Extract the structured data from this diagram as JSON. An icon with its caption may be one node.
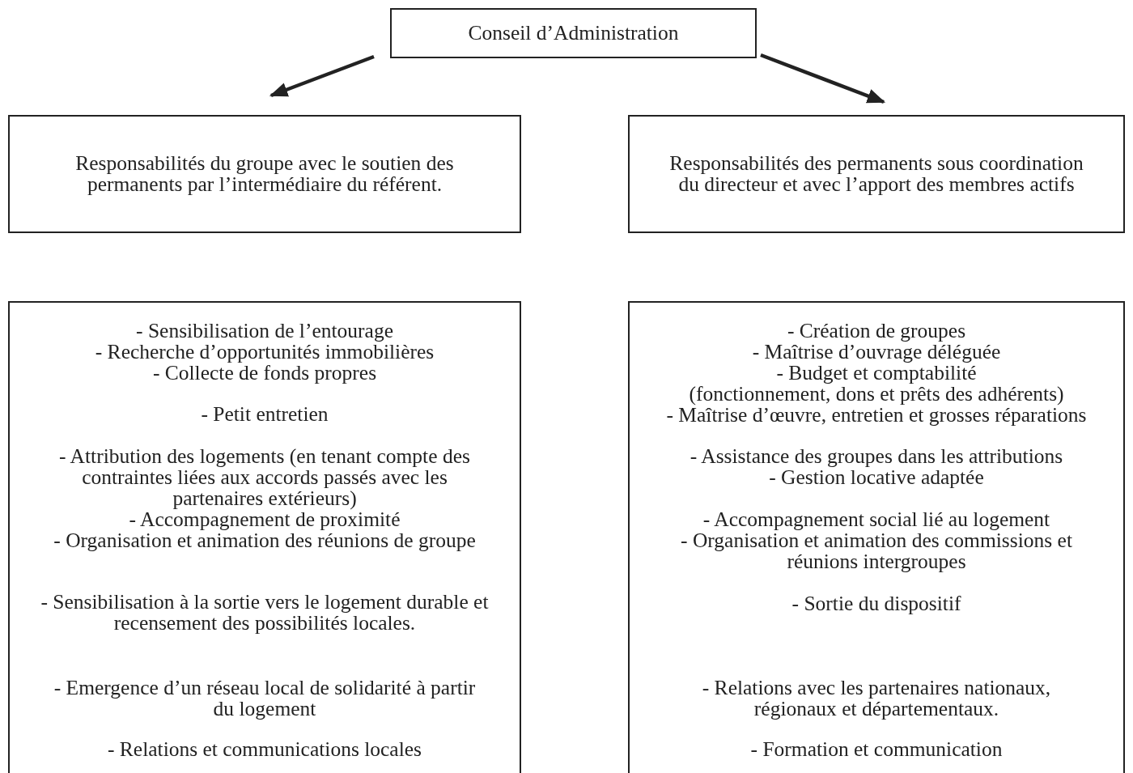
{
  "diagram": {
    "nodes": [
      {
        "text": [
          "Conseil d’Administration"
        ]
      },
      {
        "text": [
          "Responsabilités du groupe avec le soutien des permanents par l’intermédiaire du référent."
        ]
      },
      {
        "text": [
          "Responsabilités des permanents sous coordination du directeur et avec l’apport des membres actifs"
        ]
      },
      {
        "text": [
          "- Sensibilisation de l’entourage",
          "- Recherche d’opportunités immobilières",
          "- Collecte de fonds propres",
          "- Petit entretien",
          "- Attribution des logements (en tenant compte des contraintes liées aux accords passés avec les partenaires extérieurs)",
          "- Accompagnement de proximité",
          "- Organisation et animation des réunions de groupe",
          "- Sensibilisation à la sortie vers le logement durable et recensement des possibilités locales.",
          "- Emergence d’un réseau local de solidarité à partir du logement",
          "- Relations et communications locales"
        ]
      },
      {
        "text": [
          "- Création de groupes",
          "- Maîtrise d’ouvrage déléguée",
          "- Budget et comptabilité",
          "(fonctionnement, dons et prêts des adhérents)",
          "- Maîtrise d’œuvre, entretien et grosses réparations",
          "- Assistance des groupes dans les attributions",
          "- Gestion locative adaptée",
          "- Accompagnement social lié au logement",
          "- Organisation et animation des commissions et réunions intergroupes",
          "- Sortie du dispositif",
          "- Relations avec les partenaires nationaux, régionaux et départementaux.",
          "- Formation et communication"
        ]
      }
    ],
    "edges": [
      {
        "from": 0,
        "to": 1,
        "arrow": "to"
      },
      {
        "from": 0,
        "to": 2,
        "arrow": "to"
      }
    ]
  }
}
